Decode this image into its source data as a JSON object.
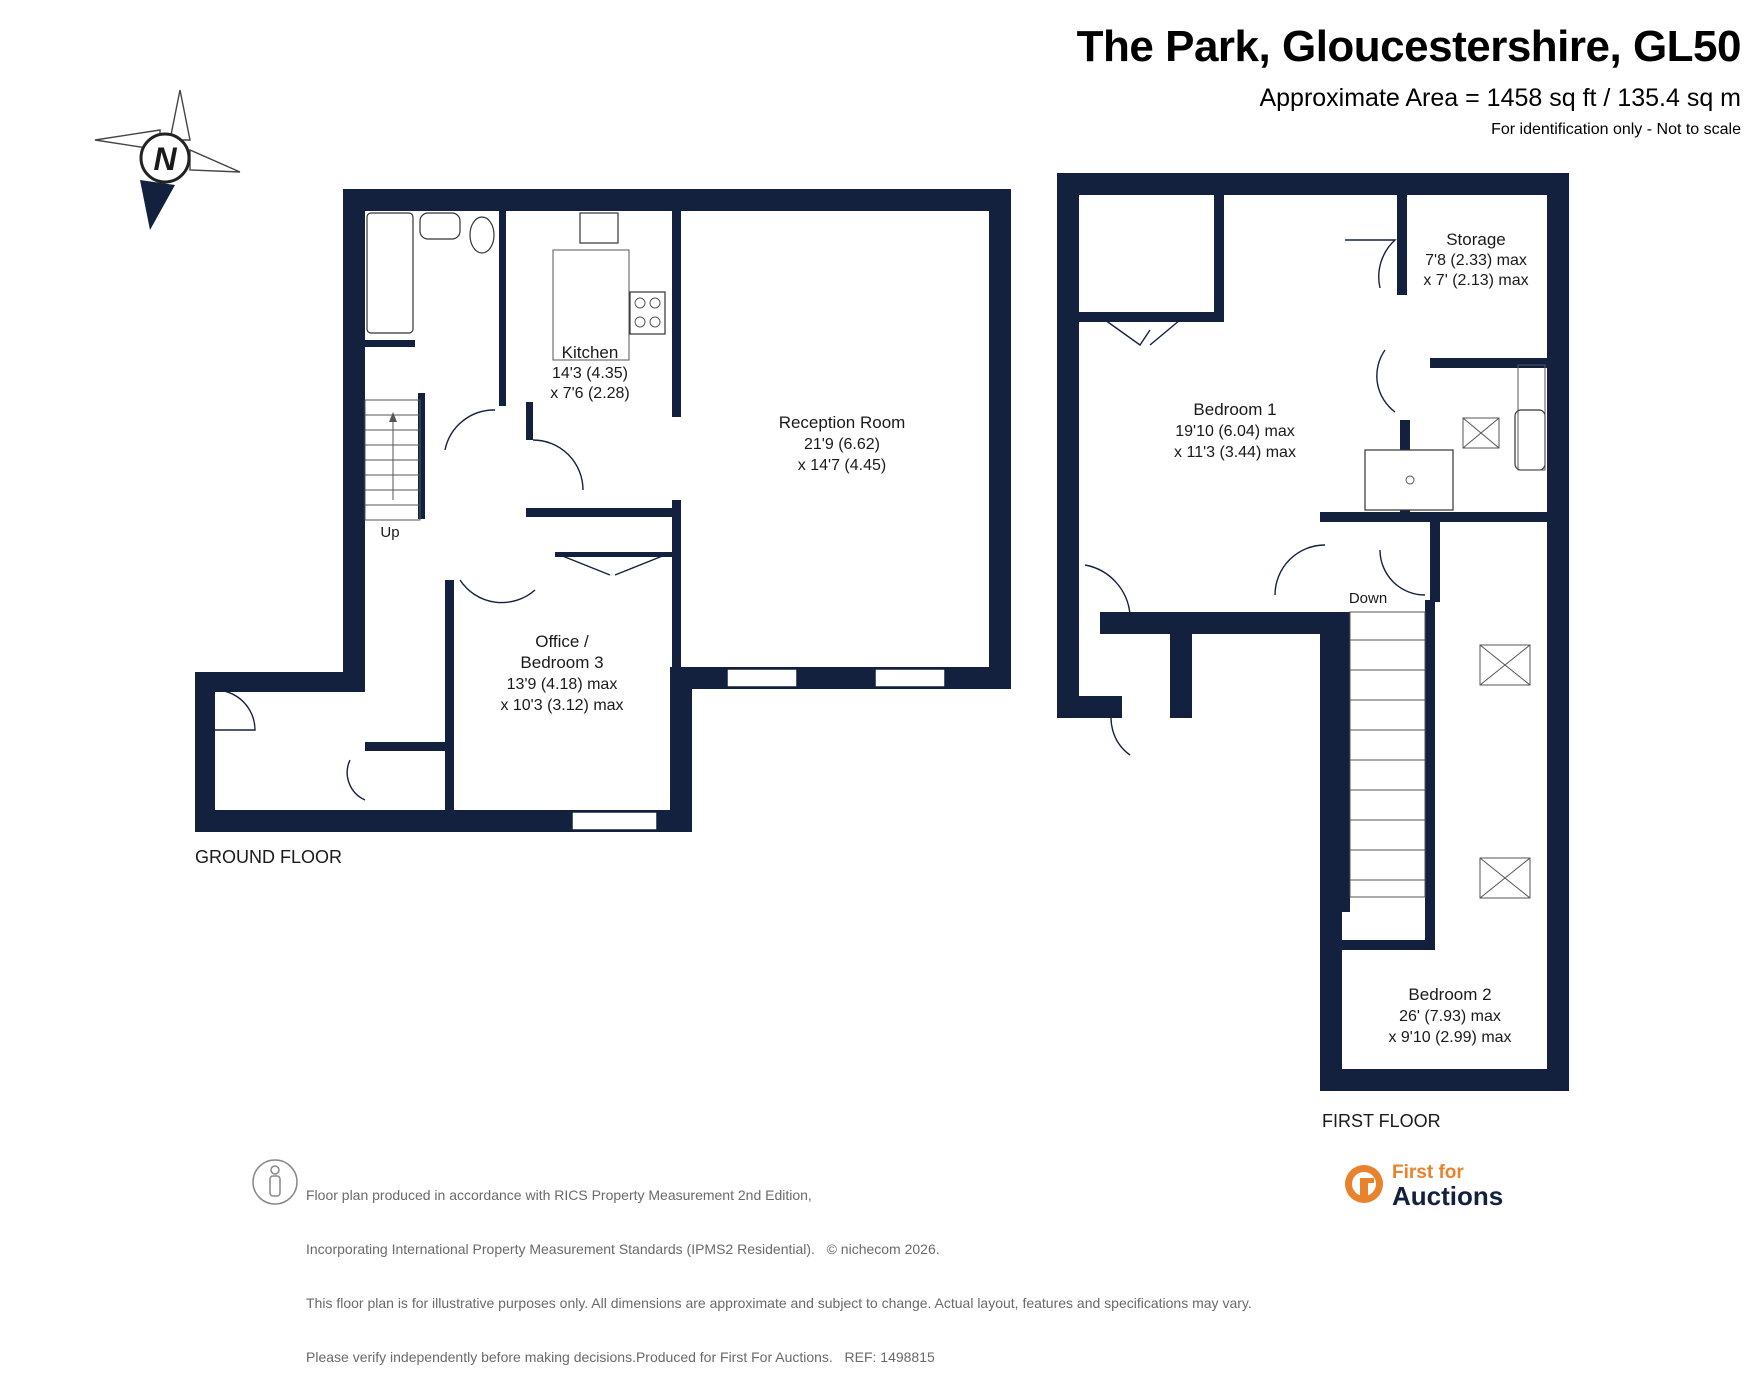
{
  "header": {
    "title": "The Park, Gloucestershire, GL50",
    "area": "Approximate Area = 1458 sq ft / 135.4 sq m",
    "identification": "For identification only - Not to scale"
  },
  "compass": {
    "letter": "N"
  },
  "ground_floor": {
    "label": "GROUND FLOOR",
    "stairs_label": "Up",
    "rooms": {
      "kitchen": {
        "name": "Kitchen",
        "dim1": "14'3 (4.35)",
        "dim2": "x 7'6 (2.28)"
      },
      "reception": {
        "name": "Reception Room",
        "dim1": "21'9 (6.62)",
        "dim2": "x 14'7 (4.45)"
      },
      "office": {
        "name1": "Office /",
        "name2": "Bedroom 3",
        "dim1": "13'9 (4.18) max",
        "dim2": "x 10'3 (3.12) max"
      }
    }
  },
  "first_floor": {
    "label": "FIRST FLOOR",
    "stairs_label": "Down",
    "rooms": {
      "storage": {
        "name": "Storage",
        "dim1": "7'8 (2.33) max",
        "dim2": "x 7' (2.13) max"
      },
      "bedroom1": {
        "name": "Bedroom 1",
        "dim1": "19'10 (6.04) max",
        "dim2": "x 11'3 (3.44) max"
      },
      "bedroom2": {
        "name": "Bedroom 2",
        "dim1": "26' (7.93) max",
        "dim2": "x 9'10 (2.99) max"
      }
    }
  },
  "footer": {
    "line1": "Floor plan produced in accordance with RICS Property Measurement 2nd Edition,",
    "line2": "Incorporating International Property Measurement Standards (IPMS2 Residential).",
    "copyright": "© nichecom 2026.",
    "line3": "This floor plan is for illustrative purposes only. All dimensions are approximate and subject to change. Actual layout, features and specifications may vary.",
    "line4": "Please verify independently before making decisions.Produced for First For Auctions.",
    "ref": "REF:  1498815"
  },
  "logo": {
    "line1": "First for",
    "line2": "Auctions"
  },
  "colors": {
    "wall": "#13213f",
    "logo_accent": "#e8822d"
  }
}
